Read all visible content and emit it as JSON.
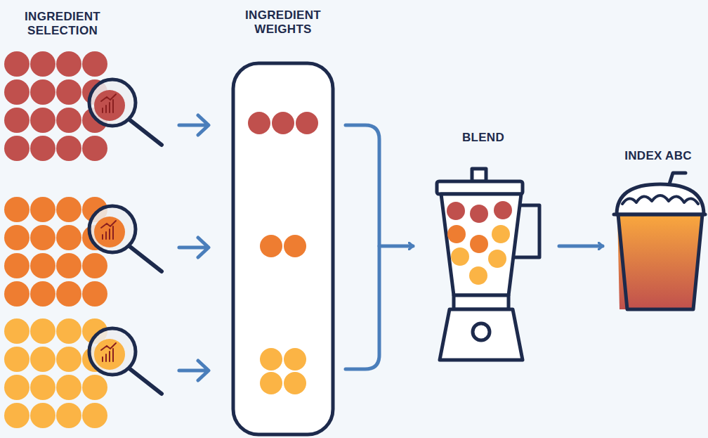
{
  "diagram": {
    "nodes": [
      {
        "text": [
          "INGREDIENT WEIGHTS"
        ]
      },
      {
        "text": [
          "BLEND"
        ]
      },
      {
        "text": [
          "INDEX ABC"
        ]
      }
    ],
    "edges": [
      {
        "from": 0,
        "to": 1,
        "arrow": "to"
      },
      {
        "from": 1,
        "to": 2,
        "arrow": "to"
      }
    ],
    "labels": [
      "INGREDIENT SELECTION"
    ]
  }
}
